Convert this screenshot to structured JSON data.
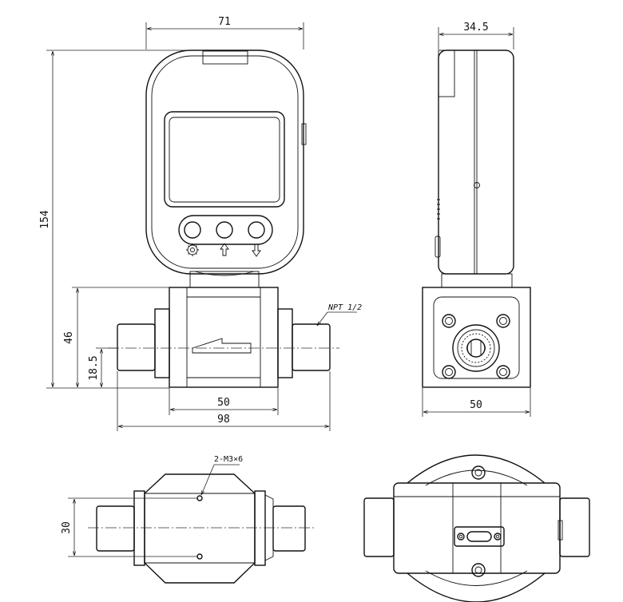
{
  "dimensions": {
    "front_width": "71",
    "side_depth": "34.5",
    "total_height": "154",
    "body_height": "46",
    "port_center_height": "18.5",
    "body_width": "50",
    "total_length": "98",
    "side_body_width": "50",
    "top_width": "30"
  },
  "annotations": {
    "thread": "NPT 1/2",
    "mount_holes": "2-M3×6"
  },
  "icons": [
    "gear-icon",
    "up-arrow-icon",
    "down-arrow-icon",
    "flow-arrow-icon"
  ]
}
